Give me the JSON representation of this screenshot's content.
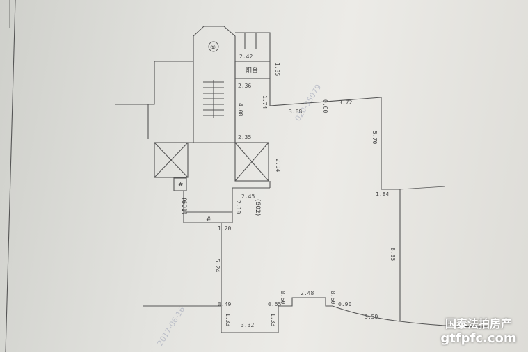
{
  "plan": {
    "circle_marker": "①",
    "balcony_label": "阳台",
    "unit_601": "(601)",
    "unit_602": "(602)",
    "hash_a": "#",
    "hash_b": "#",
    "dimensions": {
      "d_2_42": "2.42",
      "d_1_35": "1.35",
      "d_2_36": "2.36",
      "d_1_74": "1.74",
      "d_4_08": "4.08",
      "d_3_08": "3.08",
      "d_0_60_top": "0.60",
      "d_3_72": "3.72",
      "d_5_70": "5.70",
      "d_2_35": "2.35",
      "d_2_94": "2.94",
      "d_1_84": "1.84",
      "d_2_45": "2.45",
      "d_2_10": "2.10",
      "d_1_20": "1.20",
      "d_8_35": "8.35",
      "d_5_24": "5.24",
      "d_0_60_a": "0.60",
      "d_2_48": "2.48",
      "d_0_60_b": "0.60",
      "d_0_49": "0.49",
      "d_0_65": "0.65",
      "d_0_90": "0.90",
      "d_1_33_l": "1.33",
      "d_1_33_r": "1.33",
      "d_3_32": "3.32",
      "d_3_59": "3.59"
    }
  },
  "watermark": {
    "date_text": "2017-06-16",
    "phone_text": "020-35079"
  },
  "brand": {
    "name": "国泰法拍房产",
    "url": "gtfpfc.com"
  }
}
